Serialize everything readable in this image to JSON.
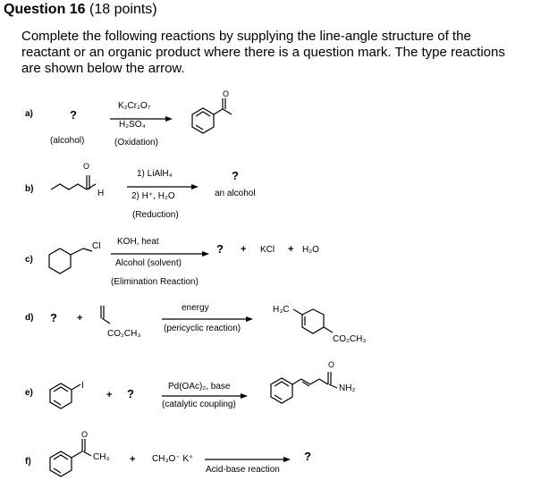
{
  "question": {
    "title": "Question 16",
    "points": "(18 points)",
    "instructions": "Complete the following reactions by supplying the line-angle structure of the reactant or an organic product where there is a question mark. The type reactions are shown below the arrow."
  },
  "reactions": {
    "a": {
      "label": "a)",
      "unknown": "?",
      "unknown_note": "(alcohol)",
      "reagent_top": "K₂Cr₂O₇",
      "reagent_bottom": "H₂SO₄",
      "type": "(Oxidation)"
    },
    "b": {
      "label": "b)",
      "reagent_1": "1) LiAlH₄",
      "reagent_2": "2) H⁺, H₂O",
      "type": "(Reduction)",
      "unknown": "?",
      "unknown_note": "an alcohol",
      "atom_H": "H"
    },
    "c": {
      "label": "c)",
      "reagent_top": "KOH, heat",
      "reagent_bottom": "Alcohol (solvent)",
      "type": "(Elimination Reaction)",
      "unknown": "?",
      "plus1": "+",
      "byproduct1": "KCl",
      "plus2": "+",
      "byproduct2": "H₂O",
      "atom_Cl": "Cl"
    },
    "d": {
      "label": "d)",
      "unknown": "?",
      "plus": "+",
      "reagent_top": "energy",
      "reagent_bottom": "(pericyclic reaction)",
      "ester_group": "CO₂CH₃",
      "product_methyl": "H₃C",
      "product_ester": "CO₂CH₃"
    },
    "e": {
      "label": "e)",
      "plus": "+",
      "unknown": "?",
      "reagent_top": "Pd(OAc)₂, base",
      "reagent_bottom": "(catalytic coupling)",
      "atom_I": "I",
      "atom_O": "O",
      "product_group": "NH₂"
    },
    "f": {
      "label": "f)",
      "plus": "+",
      "reagent": "CH₃O⁻ K⁺",
      "type": "Acid-base reaction",
      "unknown": "?",
      "methyl": "CH₃",
      "atom_O": "O"
    },
    "a_product_atom_O": "O",
    "b_reactant_atom_O": "O"
  }
}
